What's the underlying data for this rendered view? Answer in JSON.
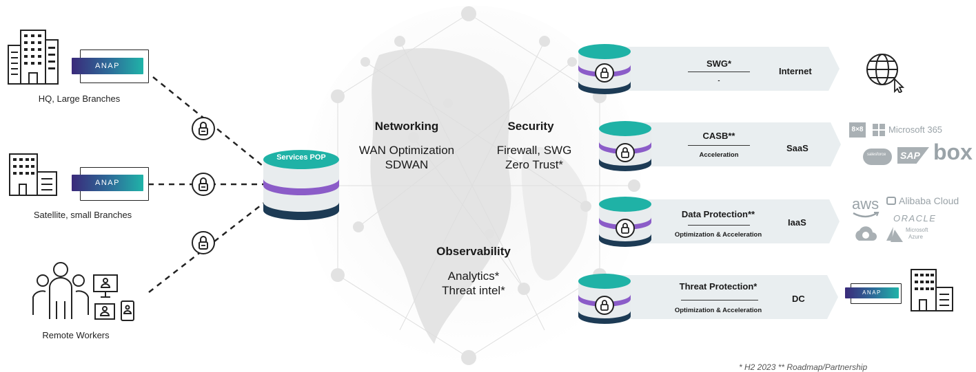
{
  "sources": {
    "hq": {
      "label": "HQ, Large Branches",
      "device": "ANAP"
    },
    "satellite": {
      "label": "Satellite, small Branches",
      "device": "ANAP"
    },
    "remote": {
      "label": "Remote Workers"
    }
  },
  "pop": {
    "label": "Services POP"
  },
  "capabilities": {
    "networking": {
      "title": "Networking",
      "lines": [
        "WAN Optimization",
        "SDWAN"
      ]
    },
    "security": {
      "title": "Security",
      "lines": [
        "Firewall, SWG",
        "Zero Trust*"
      ]
    },
    "observability": {
      "title": "Observability",
      "lines": [
        "Analytics*",
        "Threat intel*"
      ]
    }
  },
  "paths": [
    {
      "service": "SWG*",
      "sub": "-",
      "destination": "Internet"
    },
    {
      "service": "CASB**",
      "sub": "Acceleration",
      "destination": "SaaS"
    },
    {
      "service": "Data Protection**",
      "sub": "Optimization & Acceleration",
      "destination": "IaaS"
    },
    {
      "service": "Threat Protection*",
      "sub": "Optimization & Acceleration",
      "destination": "DC"
    }
  ],
  "saas_logos": {
    "eightx8": "8×8",
    "microsoft": "Microsoft 365",
    "salesforce": "salesforce",
    "sap": "SAP",
    "box": "box"
  },
  "iaas_logos": {
    "aws": "aws",
    "alibaba": "Alibaba Cloud",
    "oracle": "ORACLE",
    "azure_1": "Microsoft",
    "azure_2": "Azure"
  },
  "dc_device": "ANAP",
  "footnote": "* H2 2023   ** Roadmap/Partnership",
  "colors": {
    "teal": "#1fb2a6",
    "purple": "#8b5cc8",
    "navy": "#1d3b55",
    "arrow": "#e9eef0"
  }
}
